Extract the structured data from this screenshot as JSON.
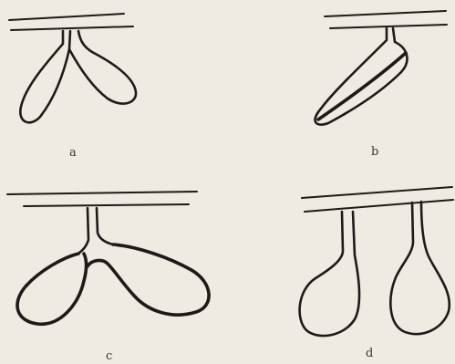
{
  "figures": [
    {
      "id": "a",
      "label": "a"
    },
    {
      "id": "b",
      "label": "b"
    },
    {
      "id": "c",
      "label": "c"
    },
    {
      "id": "d",
      "label": "d"
    }
  ],
  "colors": {
    "paper": "#efebe3",
    "ink": "#1e1b17",
    "label": "#3a352f"
  }
}
